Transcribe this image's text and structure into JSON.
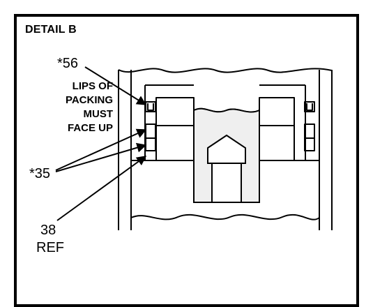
{
  "detail": {
    "title": "DETAIL B"
  },
  "callouts": {
    "item_56": "*56",
    "packing_note": [
      "LIPS OF",
      "PACKING",
      "MUST",
      "FACE UP"
    ],
    "item_35": "*35",
    "item_38": "38",
    "item_38_ref": "REF"
  },
  "colors": {
    "line": "#000000",
    "background": "#ffffff",
    "shaded_area": "#efefef"
  }
}
